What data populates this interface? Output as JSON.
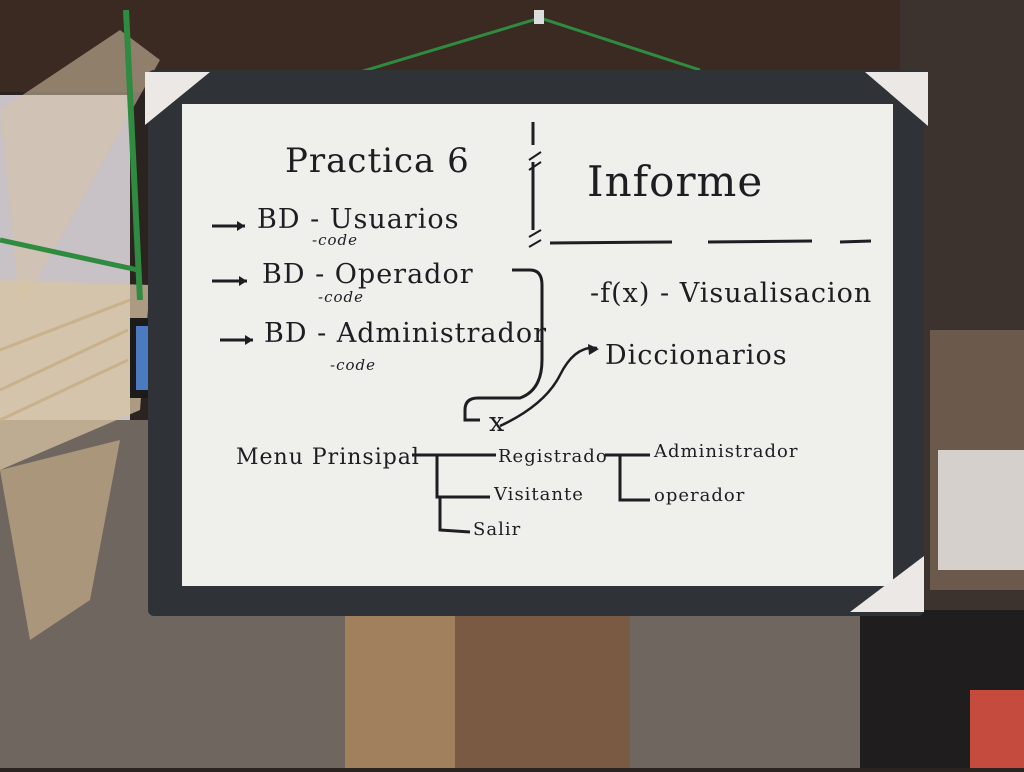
{
  "whiteboard": {
    "title": "Practica 6",
    "bd_items": [
      {
        "label": "BD - Usuarios",
        "code": "-code"
      },
      {
        "label": "BD - Operador",
        "code": "-code"
      },
      {
        "label": "BD - Administrador",
        "code": "-code"
      }
    ],
    "cross_mark": "x",
    "informe": "Informe",
    "function_line": "-f(x) - Visualisacion",
    "diccionarios": "Diccionarios",
    "menu": {
      "title": "Menu Prinsipal",
      "options": [
        "Registrado",
        "Visitante",
        "Salir"
      ],
      "suboptions": [
        "Administrador",
        "operador"
      ]
    }
  },
  "colors": {
    "board_frame": "#2f3236",
    "board_surface": "#efefec",
    "ink": "#1d1d22",
    "wood": "#8a6a4e",
    "string": "#2f8b3f"
  }
}
